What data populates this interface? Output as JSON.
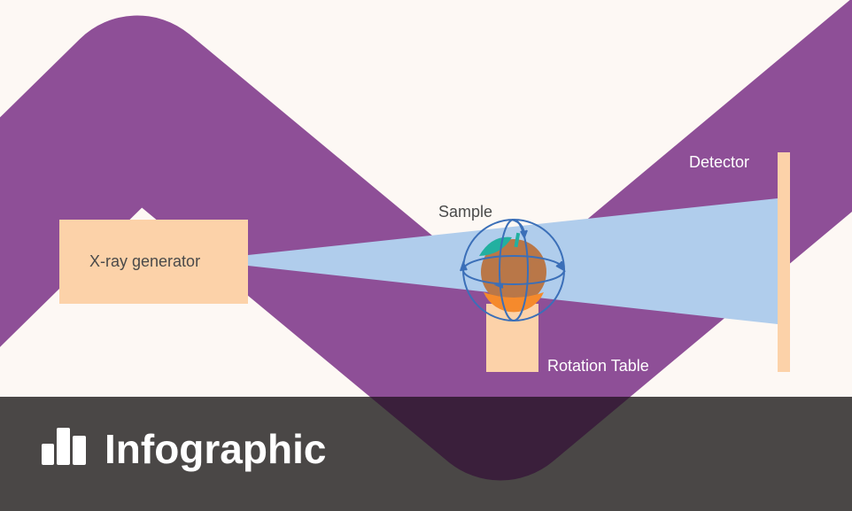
{
  "labels": {
    "generator": "X-ray generator",
    "sample": "Sample",
    "detector": "Detector",
    "table": "Rotation Table"
  },
  "banner": {
    "title": "Infographic",
    "icon": "bar-chart-icon"
  },
  "colors": {
    "background": "#fdf8f4",
    "band": "#8e4f97",
    "band_dark": "#3a1f3b",
    "banner": "#4a4746",
    "beam": "#b0cdec",
    "component": "#fcd2a9",
    "orange": "#b97748",
    "globe": "#3b6fb8",
    "leaf": "#22b0a0"
  }
}
